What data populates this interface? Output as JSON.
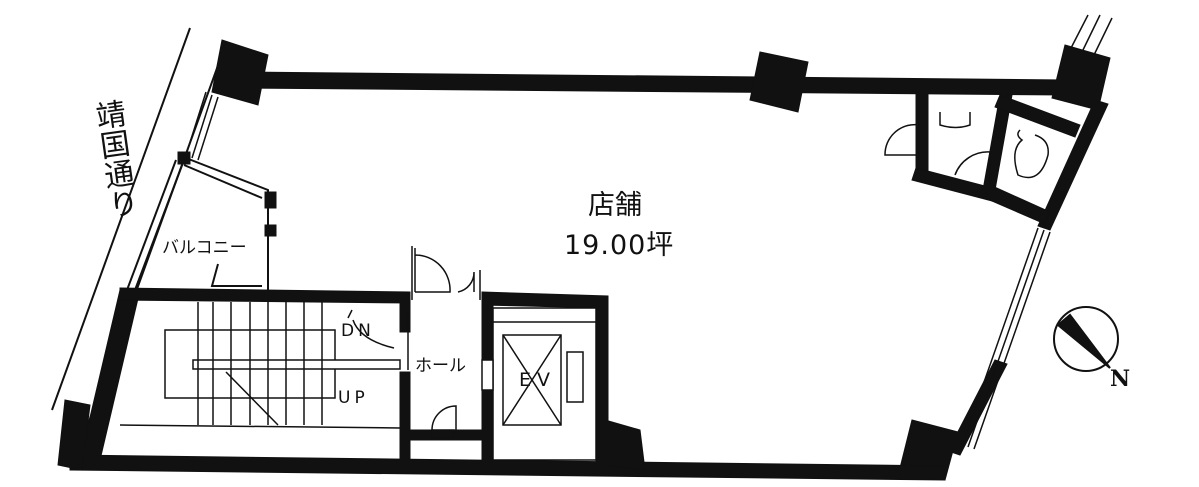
{
  "floor_plan": {
    "main_room": {
      "name": "店舗",
      "area": "19.00坪"
    },
    "street": "靖国通り",
    "rooms": {
      "balcony": "バルコニー",
      "hall": "ホール",
      "elevator": "EV",
      "stairs_down": "DN",
      "stairs_up": "UP"
    },
    "compass": {
      "label": "N",
      "icon": "north-arrow-icon"
    },
    "colors": {
      "wall": "#111111",
      "background": "#ffffff"
    }
  }
}
